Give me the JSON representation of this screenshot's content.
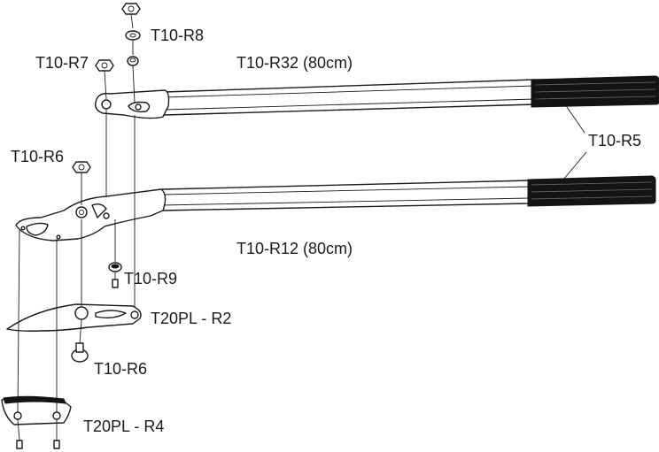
{
  "labels": {
    "r8": "T10-R8",
    "r7": "T10-R7",
    "r32": "T10-R32 (80cm)",
    "r6_top": "T10-R6",
    "r5": "T10-R5",
    "r12": "T10-R12 (80cm)",
    "r9": "T10-R9",
    "r2": "T20PL - R2",
    "r6_bottom": "T10-R6",
    "r4": "T20PL - R4"
  },
  "colors": {
    "line": "#1a1a1a",
    "grip": "#141414",
    "background": "#ffffff"
  }
}
